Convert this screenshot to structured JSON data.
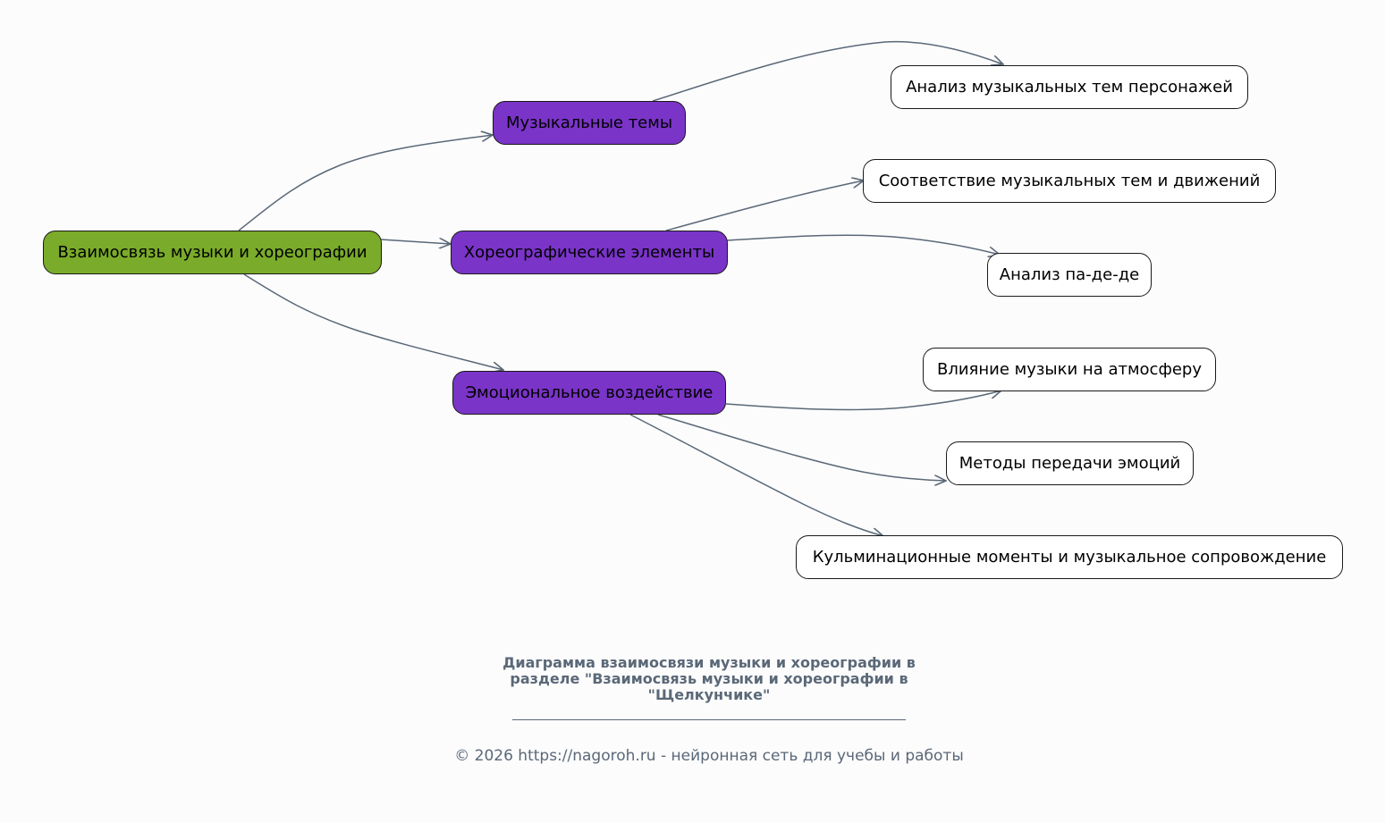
{
  "diagram": {
    "root": {
      "label": "Взаимосвязь музыки и хореографии"
    },
    "branches": [
      {
        "label": "Музыкальные темы"
      },
      {
        "label": "Хореографические элементы"
      },
      {
        "label": "Эмоциональное воздействие"
      }
    ],
    "leaves": [
      {
        "label": "Анализ музыкальных тем персонажей"
      },
      {
        "label": "Соответствие музыкальных тем и движений"
      },
      {
        "label": "Анализ па-де-де"
      },
      {
        "label": "Влияние музыки на атмосферу"
      },
      {
        "label": "Методы передачи эмоций"
      },
      {
        "label": "Кульминационные моменты и музыкальное сопровождение"
      }
    ],
    "edges": [
      {
        "from": "Взаимосвязь музыки и хореографии",
        "to": "Музыкальные темы"
      },
      {
        "from": "Взаимосвязь музыки и хореографии",
        "to": "Хореографические элементы"
      },
      {
        "from": "Взаимосвязь музыки и хореографии",
        "to": "Эмоциональное воздействие"
      },
      {
        "from": "Музыкальные темы",
        "to": "Анализ музыкальных тем персонажей"
      },
      {
        "from": "Хореографические элементы",
        "to": "Соответствие музыкальных тем и движений"
      },
      {
        "from": "Хореографические элементы",
        "to": "Анализ па-де-де"
      },
      {
        "from": "Эмоциональное воздействие",
        "to": "Влияние музыки на атмосферу"
      },
      {
        "from": "Эмоциональное воздействие",
        "to": "Методы передачи эмоций"
      },
      {
        "from": "Эмоциональное воздействие",
        "to": "Кульминационные моменты и музыкальное сопровождение"
      }
    ]
  },
  "caption": {
    "title": "Диаграмма взаимосвязи музыки и хореографии в\nразделе \"Взаимосвязь музыки и хореографии в\n\"Щелкунчике\"",
    "credit": "© 2026 https://nagoroh.ru - нейронная сеть для учебы и работы"
  },
  "colors": {
    "root_fill": "#7aab2a",
    "branch_fill": "#7a34c8",
    "leaf_fill": "#ffffff",
    "edge": "#5a6878",
    "caption_text": "#5a6878"
  }
}
